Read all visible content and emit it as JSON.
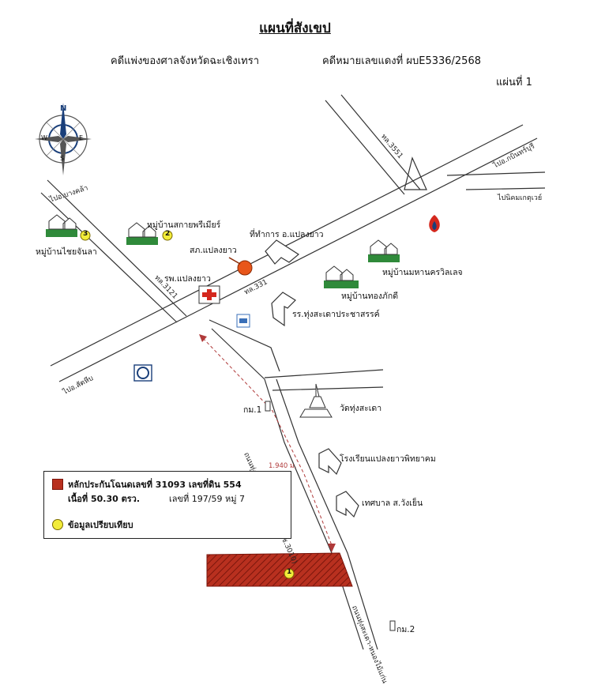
{
  "header": {
    "title": "แผนที่สังเขป",
    "court": "คดีแพ่งของศาลจังหวัดฉะเชิงเทรา",
    "case_number": "คดีหมายเลขแดงที่ ผบE5336/2568",
    "sheet": "แผ่นที่ 1"
  },
  "compass": {
    "north": "N",
    "east": "E",
    "west": "W",
    "south": "S"
  },
  "roads": {
    "r3551": "ทล.3551",
    "to_kabin": "ไปอ.กบินทร์บุรี",
    "to_laem_chabang": "ไปนิคมเกตุเวย์",
    "to_bang_khla": "ไปอ.บางคล้า",
    "r3121": "ทล.3121",
    "r331": "ทล.331",
    "to_sattahip": "ไปอ.สัตหีบ",
    "soi_road": "ถนนทุ่งสะเดา-หนองไม้แก่น (ฉช.3010)",
    "soi_road_lower": "ถนนทุ่งสะเดา-หนองไม้แก่น"
  },
  "places": {
    "village_chaijanla": "หมู่บ้านไชยจันลา",
    "village_sakai": "หมู่บ้านสกายพรีเมียร์",
    "district_office": "ที่ทำการ อ.แปลงยาว",
    "police": "สภ.แปลงยาว",
    "hospital": "รพ.แปลงยาว",
    "village_mahanakhon": "หมู่บ้านมหานครวิลเลจ",
    "village_thongpakdi": "หมู่บ้านทองภักดี",
    "school_thungsadao": "รร.ทุ่งสะเดาประชาสรรค์",
    "temple": "วัดทุ่งสะเดา",
    "school_phitthaya": "โรงเรียนแปลงยาวพิทยาคม",
    "municipality": "เทศบาล ส.วังเย็น",
    "km1": "กม.1",
    "km2": "กม.2"
  },
  "markers": {
    "subject": "1",
    "comp2": "2",
    "comp3": "3"
  },
  "distance": "1.940 ม.",
  "legend": {
    "line1": "หลักประกันโฉนดเลขที่ 31093 เลขที่ดิน 554",
    "line2a": "เนื้อที่ 50.30 ตรว.",
    "line2b": "เลขที่ 197/59 หมู่ 7",
    "line3": "ข้อมูลเปรียบเทียบ"
  },
  "colors": {
    "subject_fill": "#b8301f",
    "marker_yellow": "#f2ec3a",
    "grass": "#2f8a3a",
    "police_orange": "#e8561a",
    "hospital_red": "#d4281e",
    "route_dash": "#b03a3a"
  }
}
